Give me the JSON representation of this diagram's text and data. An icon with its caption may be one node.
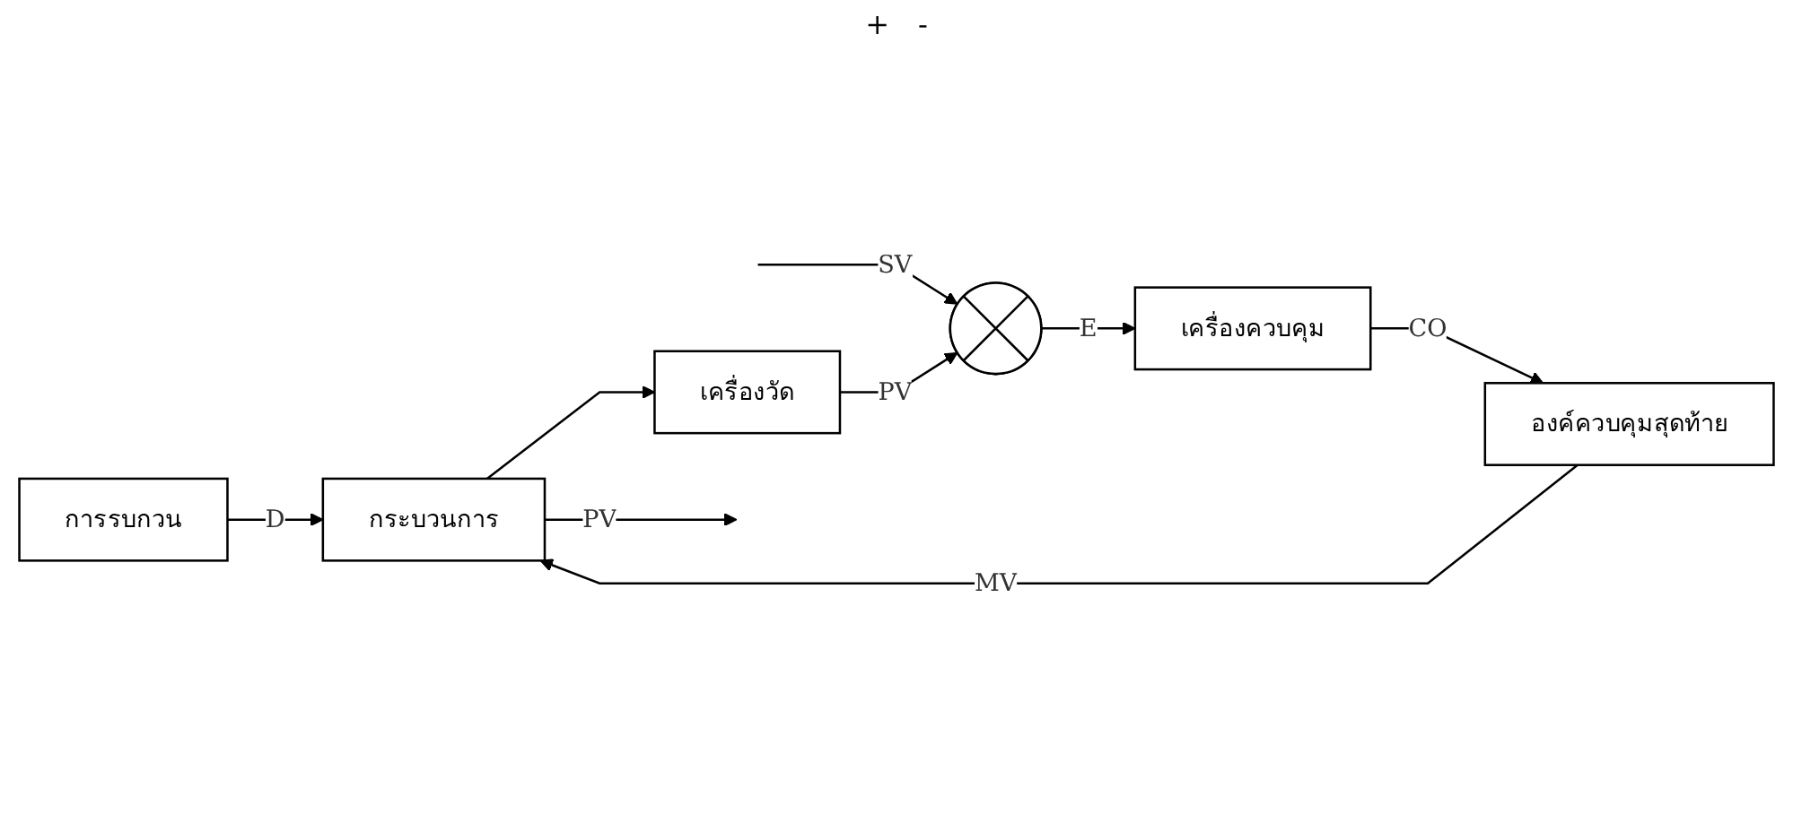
{
  "diagram": {
    "nodes": [
      {
        "text": [
          "การรบกวน"
        ]
      },
      {
        "text": [],
        "shape": "circle"
      },
      {
        "text": [
          "เครื่องควบคุม"
        ]
      },
      {
        "text": [
          "องค์ควบคุมสุดท้าย"
        ]
      },
      {
        "text": [
          "กระบวนการ"
        ]
      },
      {
        "text": [
          "เครื่องวัด"
        ]
      }
    ],
    "edges": [
      {
        "from": null,
        "to": 1,
        "arrow": "to",
        "label": "SV"
      },
      {
        "from": 1,
        "to": 2,
        "arrow": "to",
        "label": "E"
      },
      {
        "from": 2,
        "to": 3,
        "arrow": "to",
        "label": "CO"
      },
      {
        "from": 3,
        "to": 4,
        "arrow": "to",
        "label": "MV"
      },
      {
        "from": 0,
        "to": 4,
        "arrow": "to",
        "label": "D"
      },
      {
        "from": 4,
        "to": null,
        "arrow": "to",
        "label": "PV"
      },
      {
        "from": 4,
        "to": 5,
        "arrow": "to"
      },
      {
        "from": 5,
        "to": 1,
        "arrow": "to",
        "label": "PV"
      }
    ],
    "labels": [
      "+",
      "-"
    ]
  }
}
